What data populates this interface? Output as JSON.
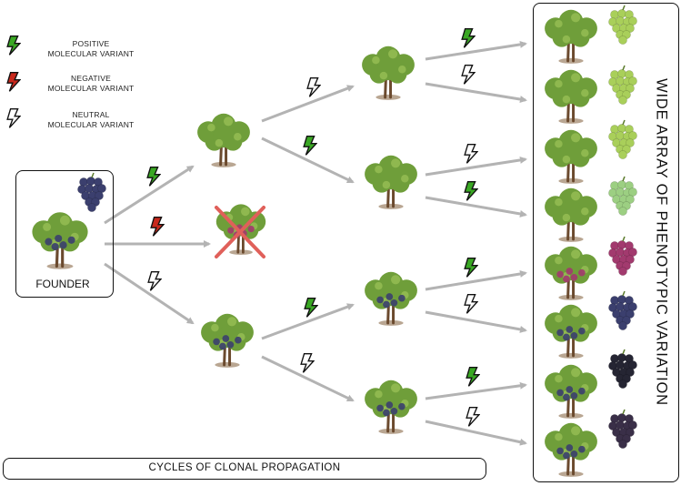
{
  "legend": [
    {
      "line1": "POSITIVE",
      "line2": "MOLECULAR VARIANT",
      "color": "#3aa824"
    },
    {
      "line1": "NEGATIVE",
      "line2": "MOLECULAR VARIANT",
      "color": "#c8281c"
    },
    {
      "line1": "NEUTRAL",
      "line2": "MOLECULAR VARIANT",
      "color": "#ffffff"
    }
  ],
  "founder_label": "FOUNDER",
  "variation_label": "WIDE ARRAY OF PHENOTYPIC VARIATION",
  "cycles_label": "CYCLES OF CLONAL PROPAGATION",
  "colors": {
    "arrow": "#b3b3b3",
    "foliage": "#6f9e3a",
    "trunk": "#6b4a2e",
    "cross": "#e0605a",
    "green_grape": "#a9cf5a",
    "purple_grape": "#3b3f6e",
    "pink_grape": "#a23a6e",
    "black_grape": "#252533"
  }
}
